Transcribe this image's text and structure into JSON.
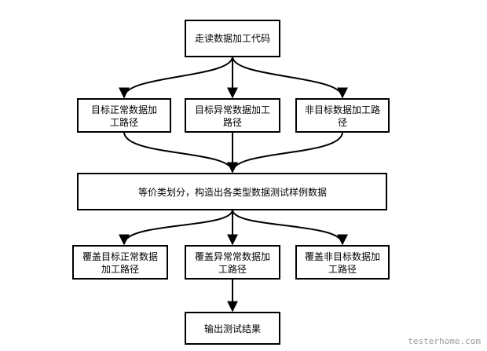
{
  "diagram": {
    "title": "",
    "nodes": {
      "start": "走读数据加工代码",
      "normal_path": "目标正常数据加工路径",
      "abnormal_path": "目标异常数据加工路径",
      "non_target_path": "非目标数据加工路径",
      "partition": "等价类划分，构造出各类型数据测试样例数据",
      "cover_normal": "覆盖目标正常数据加工路径",
      "cover_abnormal": "覆盖异常常数据加工路径",
      "cover_non_target": "覆盖非目标数据加工路径",
      "output": "输出测试结果"
    },
    "edges": [
      {
        "from": "start",
        "to": "normal_path"
      },
      {
        "from": "start",
        "to": "abnormal_path"
      },
      {
        "from": "start",
        "to": "non_target_path"
      },
      {
        "from": "normal_path",
        "to": "partition"
      },
      {
        "from": "abnormal_path",
        "to": "partition"
      },
      {
        "from": "non_target_path",
        "to": "partition"
      },
      {
        "from": "partition",
        "to": "cover_normal"
      },
      {
        "from": "partition",
        "to": "cover_abnormal"
      },
      {
        "from": "partition",
        "to": "cover_non_target"
      },
      {
        "from": "cover_abnormal",
        "to": "output"
      }
    ]
  },
  "watermark": "testerhome.com",
  "colors": {
    "background": "#ffffff",
    "stroke": "#000000",
    "watermark": "#9a9a9a"
  }
}
